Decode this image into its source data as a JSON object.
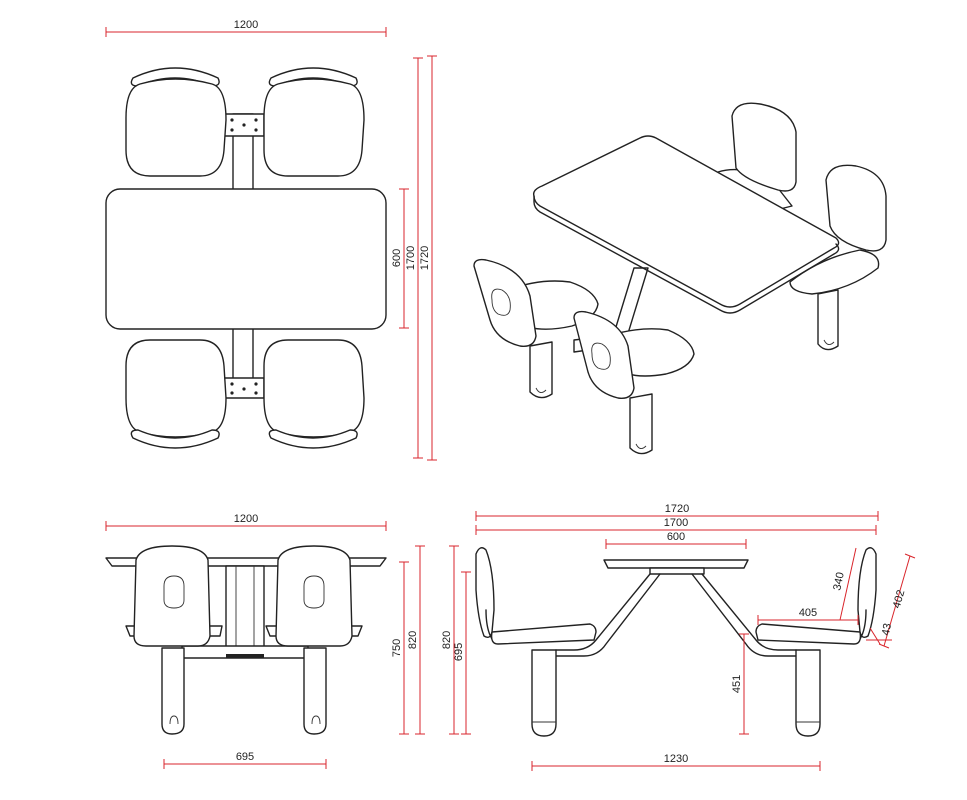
{
  "plan_view": {
    "width_label": "1200",
    "table_depth_label": "600",
    "seat_depth_label": "1700",
    "overall_depth_label": "1720"
  },
  "front_view": {
    "width_label": "1200",
    "leg_span_label": "695",
    "table_height_label": "820",
    "frame_height_label": "750"
  },
  "side_view": {
    "overall_label": "1720",
    "seats_label": "1700",
    "table_label": "600",
    "seat_width_label": "405",
    "back_label": "340",
    "back_total_label": "402",
    "seat_gap_label": "43",
    "seat_height_label": "451",
    "table_height_label": "820",
    "back_height_label": "695",
    "leg_span_label": "1230"
  },
  "colors": {
    "dimension": "#d9262c",
    "line": "#222222"
  }
}
